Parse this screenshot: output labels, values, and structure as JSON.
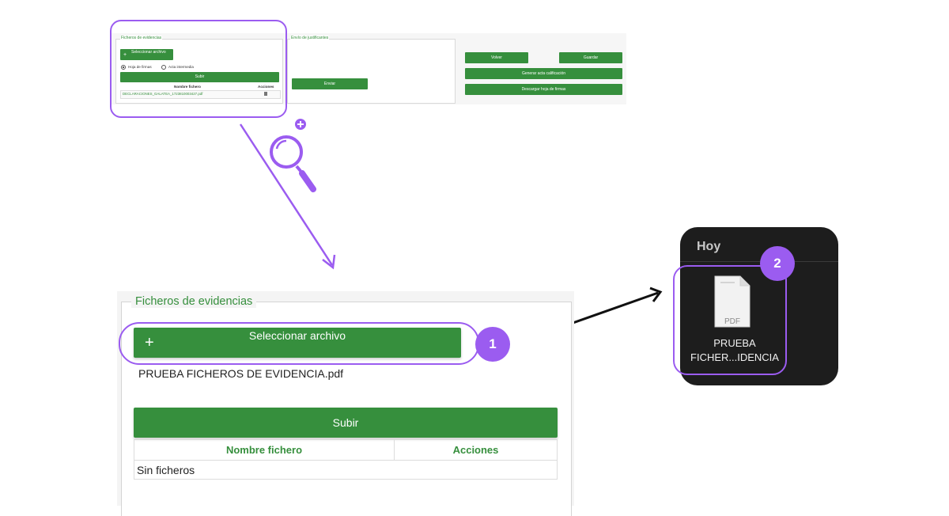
{
  "thumbnail": {
    "evidence_legend": "Ficheros de evidencias",
    "select_button": "Seleccionar archivo",
    "radio_option_1": "Hoja de firmas",
    "radio_option_2": "Acta intermedia",
    "upload_button": "Subir",
    "col_name": "Nombre fichero",
    "col_actions": "Acciones",
    "file_row": "DECLARACIONES_GALATEA_1723810003427.pdf",
    "justification_legend": "Envío de justificantes",
    "send_button": "Enviar",
    "back_button": "Volver",
    "save_button": "Guardar",
    "generate_button": "Generar acta calificación",
    "download_button": "Descargar hoja de firmas"
  },
  "zoom": {
    "legend": "Ficheros de evidencias",
    "select_button": "Seleccionar archivo",
    "plus_symbol": "+",
    "selected_file": "PRUEBA FICHEROS DE EVIDENCIA.pdf",
    "upload_button": "Subir",
    "col_name": "Nombre fichero",
    "col_actions": "Acciones",
    "empty_row": "Sin ficheros"
  },
  "finder": {
    "section": "Hoy",
    "file_type": "PDF",
    "file_name_line1": "PRUEBA",
    "file_name_line2": "FICHER...IDENCIA"
  },
  "badges": {
    "step1": "1",
    "step2": "2"
  },
  "colors": {
    "accent_green": "#368f3d",
    "highlight_purple": "#9b5cf0"
  }
}
